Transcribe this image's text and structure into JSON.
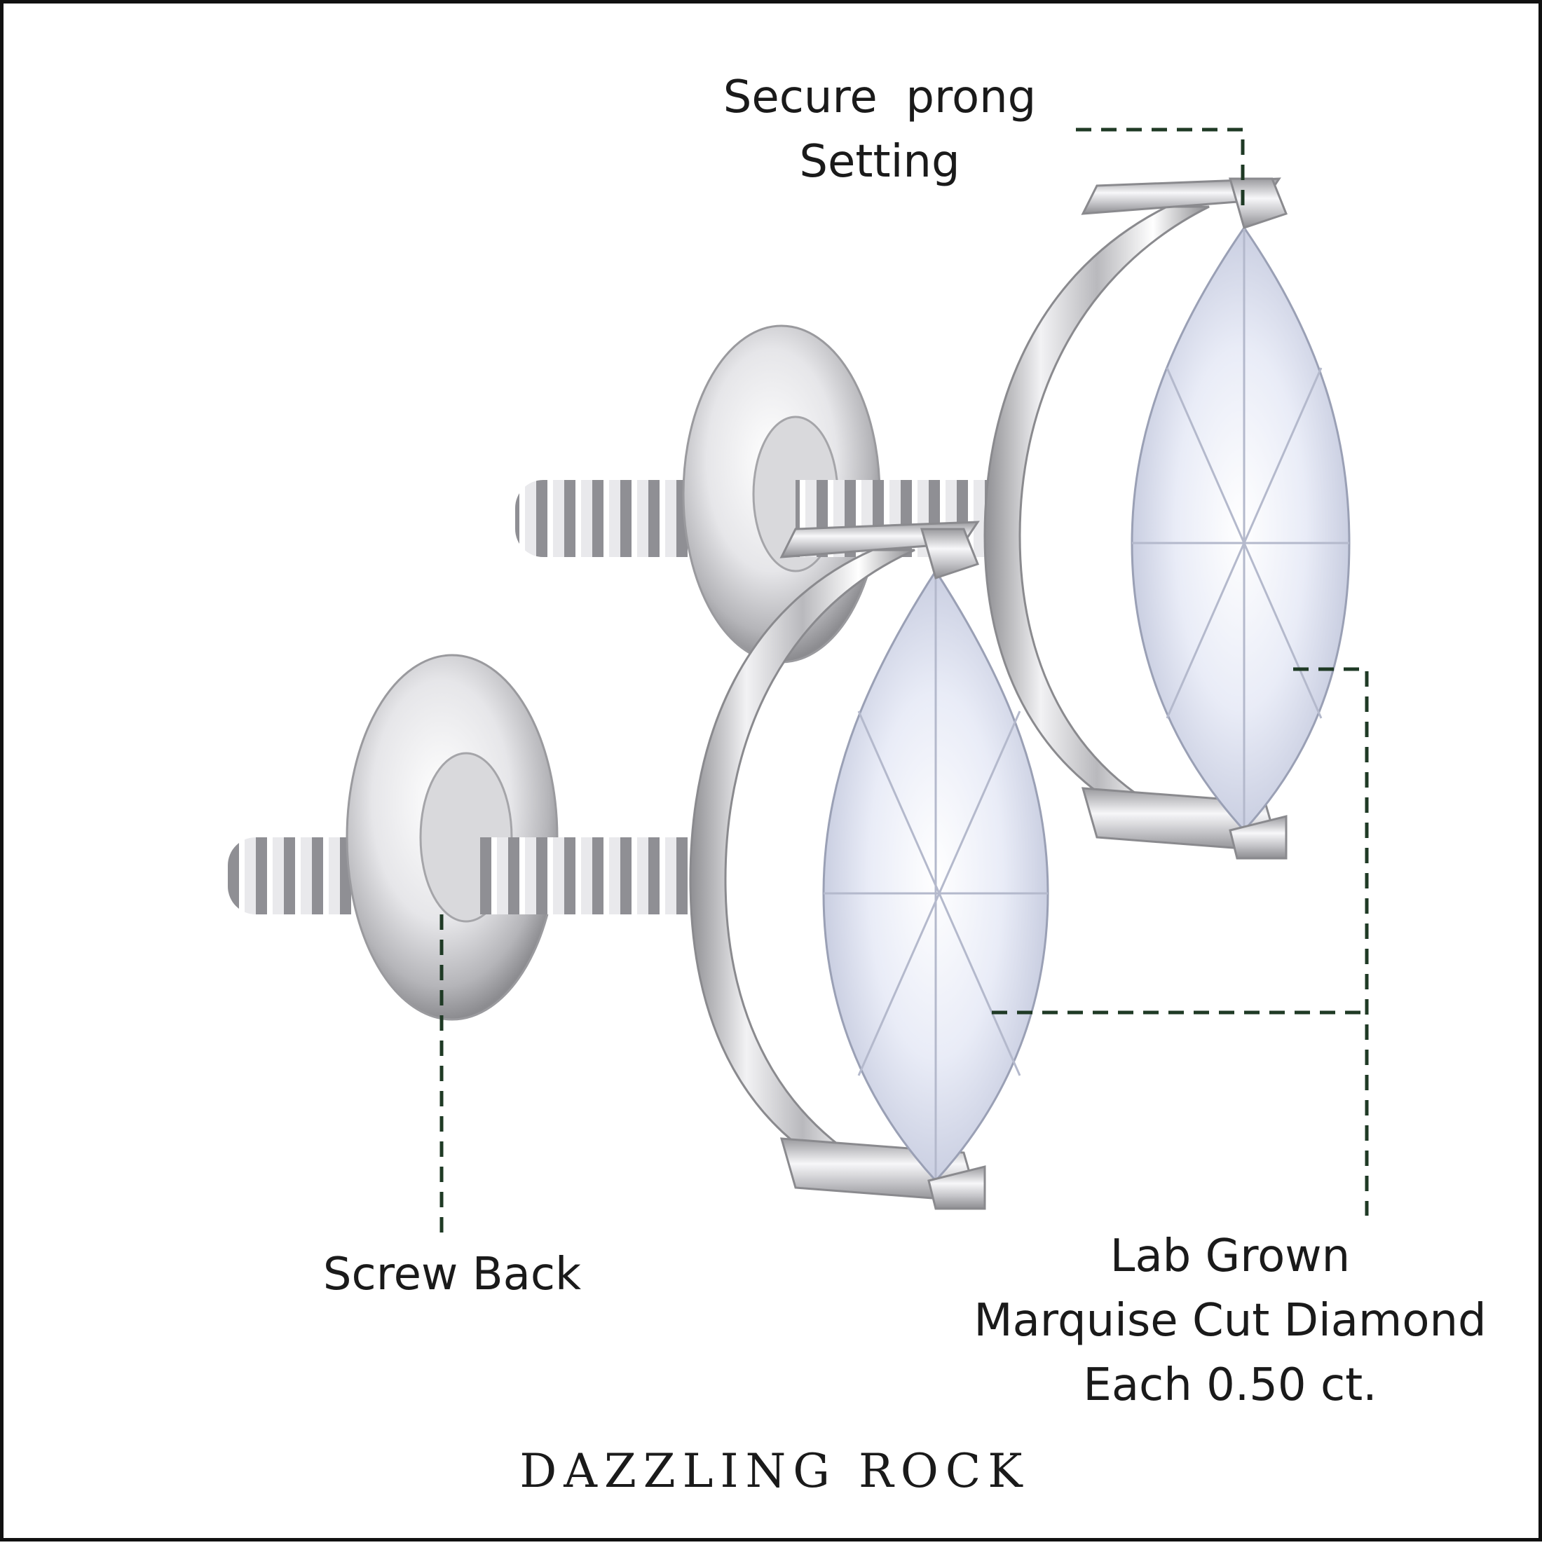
{
  "callouts": {
    "prong": [
      "Secure  prong",
      "Setting"
    ],
    "screw_back": "Screw Back",
    "diamond": [
      "Lab Grown",
      "Marquise Cut Diamond",
      "Each 0.50 ct."
    ]
  },
  "brand": "DAZZLING ROCK",
  "colors": {
    "callout_line": "#1f3a25",
    "border": "#111111",
    "text": "#1a1a1a"
  }
}
